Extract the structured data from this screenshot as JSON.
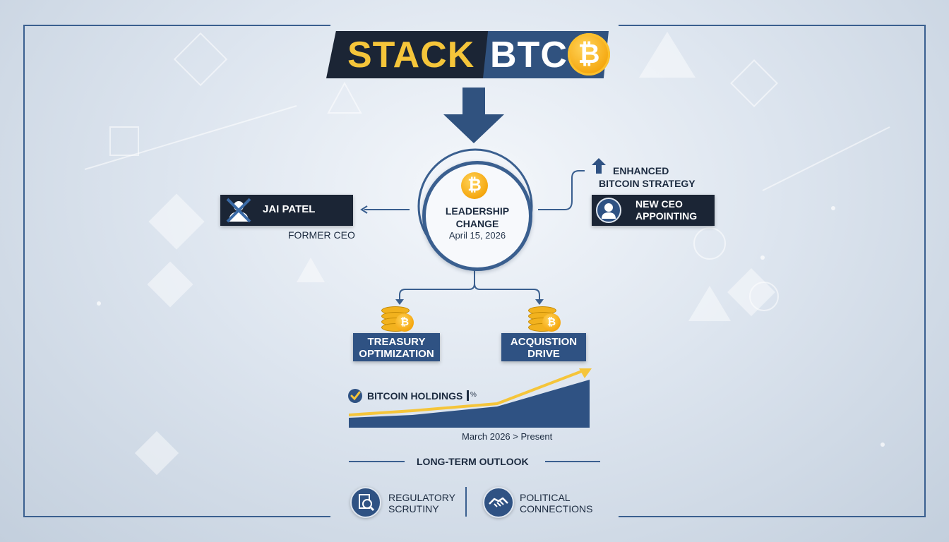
{
  "logo": {
    "word1": "STACK",
    "word2": "BTC",
    "coin_symbol": "₿"
  },
  "center": {
    "title_line1": "LEADERSHIP",
    "title_line2": "CHANGE",
    "date": "April 15, 2026",
    "coin_symbol": "₿"
  },
  "former": {
    "name": "JAI PATEL",
    "role": "FORMER CEO"
  },
  "strategy": {
    "line1": "ENHANCED",
    "line2": "BITCOIN STRATEGY"
  },
  "new_ceo": {
    "line1": "NEW CEO",
    "line2": "APPOINTING"
  },
  "treasury": {
    "line1": "TREASURY",
    "line2": "OPTIMIZATION",
    "coin_symbol": "₿"
  },
  "acquisition": {
    "line1": "ACQUISTION",
    "line2": "DRIVE",
    "coin_symbol": "₿"
  },
  "holdings": {
    "label": "BITCOIN HOLDINGS",
    "percent_mark": "%",
    "period": "March 2026 > Present"
  },
  "outlook": {
    "title": "LONG-TERM OUTLOOK"
  },
  "risks": [
    {
      "line1": "REGULATORY",
      "line2": "SCRUTINY",
      "icon": "magnifier-document-icon"
    },
    {
      "line1": "POLITICAL",
      "line2": "CONNECTIONS",
      "icon": "handshake-icon"
    }
  ],
  "colors": {
    "navy": "#1b2535",
    "blue": "#2f5283",
    "gold": "#f5c53a",
    "line": "#3a5f8f"
  }
}
